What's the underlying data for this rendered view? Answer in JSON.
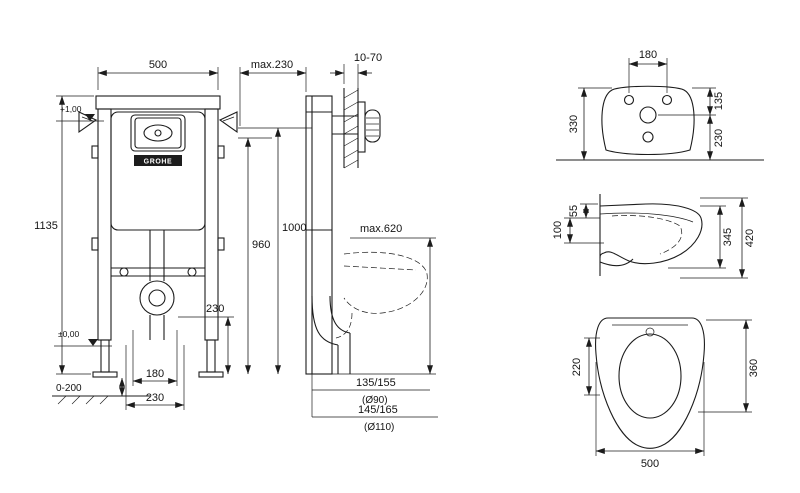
{
  "drawing": {
    "brand": "GROHE",
    "front": {
      "width": "500",
      "height": "1135",
      "level_top": "+1,00",
      "level_zero": "±0,00",
      "feet": "0-200",
      "bolts": "180",
      "outlet": "230"
    },
    "side": {
      "depth": "max.230",
      "wall": "10-70",
      "h1000": "1000",
      "h960": "960",
      "h230": "230",
      "h620": "max.620",
      "outlet1": "135/155",
      "outlet1_d": "(Ø90)",
      "outlet2": "145/165",
      "outlet2_d": "(Ø110)"
    },
    "wc_rear": {
      "w180": "180",
      "h330": "330",
      "h135": "135",
      "h230": "230"
    },
    "wc_side": {
      "d55": "55",
      "d100": "100",
      "d345": "345",
      "d420": "420"
    },
    "wc_top": {
      "w220": "220",
      "w360": "360",
      "l500": "500"
    }
  }
}
